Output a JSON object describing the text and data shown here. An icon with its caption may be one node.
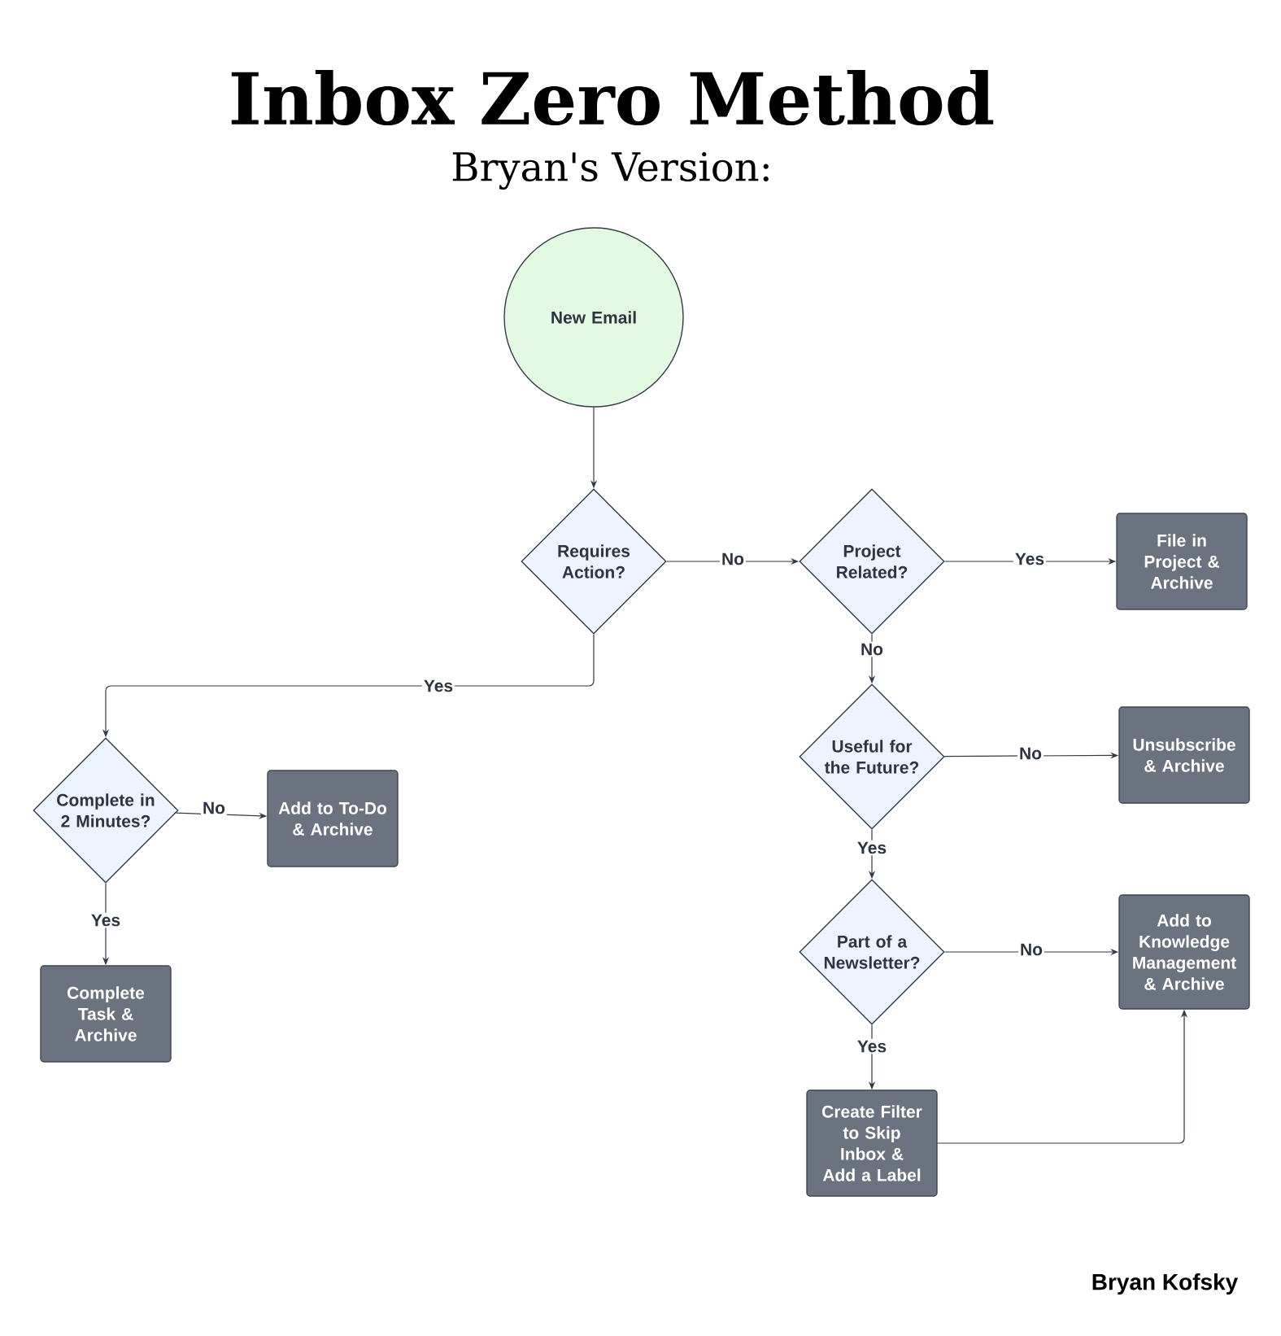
{
  "diagram": {
    "title": "Inbox Zero Method",
    "nodes": [
      {
        "text": [
          "New Email"
        ]
      },
      {
        "text": [
          "Requires Action?"
        ]
      },
      {
        "text": [
          "Project Related?"
        ]
      },
      {
        "text": [
          "File in Project & Archive"
        ]
      },
      {
        "text": [
          "Useful for the Future?"
        ]
      },
      {
        "text": [
          "Unsubscribe & Archive"
        ]
      },
      {
        "text": [
          "Part of a Newsletter?"
        ]
      },
      {
        "text": [
          "Add to Knowledge Management & Archive"
        ]
      },
      {
        "text": [
          "Create Filter to Skip Inbox & Add a Label"
        ]
      },
      {
        "text": [
          "Complete in 2 Minutes?"
        ]
      },
      {
        "text": [
          "Add to To-Do & Archive"
        ]
      },
      {
        "text": [
          "Complete Task & Archive"
        ]
      }
    ],
    "edges": [
      {
        "from": 0,
        "to": 1,
        "arrow": "to"
      },
      {
        "from": 1,
        "to": 2,
        "label": "No",
        "arrow": "to"
      },
      {
        "from": 2,
        "to": 3,
        "label": "Yes",
        "arrow": "to"
      },
      {
        "from": 2,
        "to": 4,
        "label": "No",
        "arrow": "to"
      },
      {
        "from": 4,
        "to": 5,
        "label": "No",
        "arrow": "to"
      },
      {
        "from": 4,
        "to": 6,
        "label": "Yes",
        "arrow": "to"
      },
      {
        "from": 6,
        "to": 7,
        "label": "No",
        "arrow": "to"
      },
      {
        "from": 6,
        "to": 8,
        "label": "Yes",
        "arrow": "to"
      },
      {
        "from": 8,
        "to": 7,
        "arrow": "to"
      },
      {
        "from": 1,
        "to": 9,
        "label": "Yes",
        "arrow": "to"
      },
      {
        "from": 9,
        "to": 10,
        "label": "No",
        "arrow": "to"
      },
      {
        "from": 9,
        "to": 11,
        "label": "Yes",
        "arrow": "to"
      }
    ],
    "labels": [
      "Bryan's Version:",
      "Bryan Kofsky"
    ]
  }
}
